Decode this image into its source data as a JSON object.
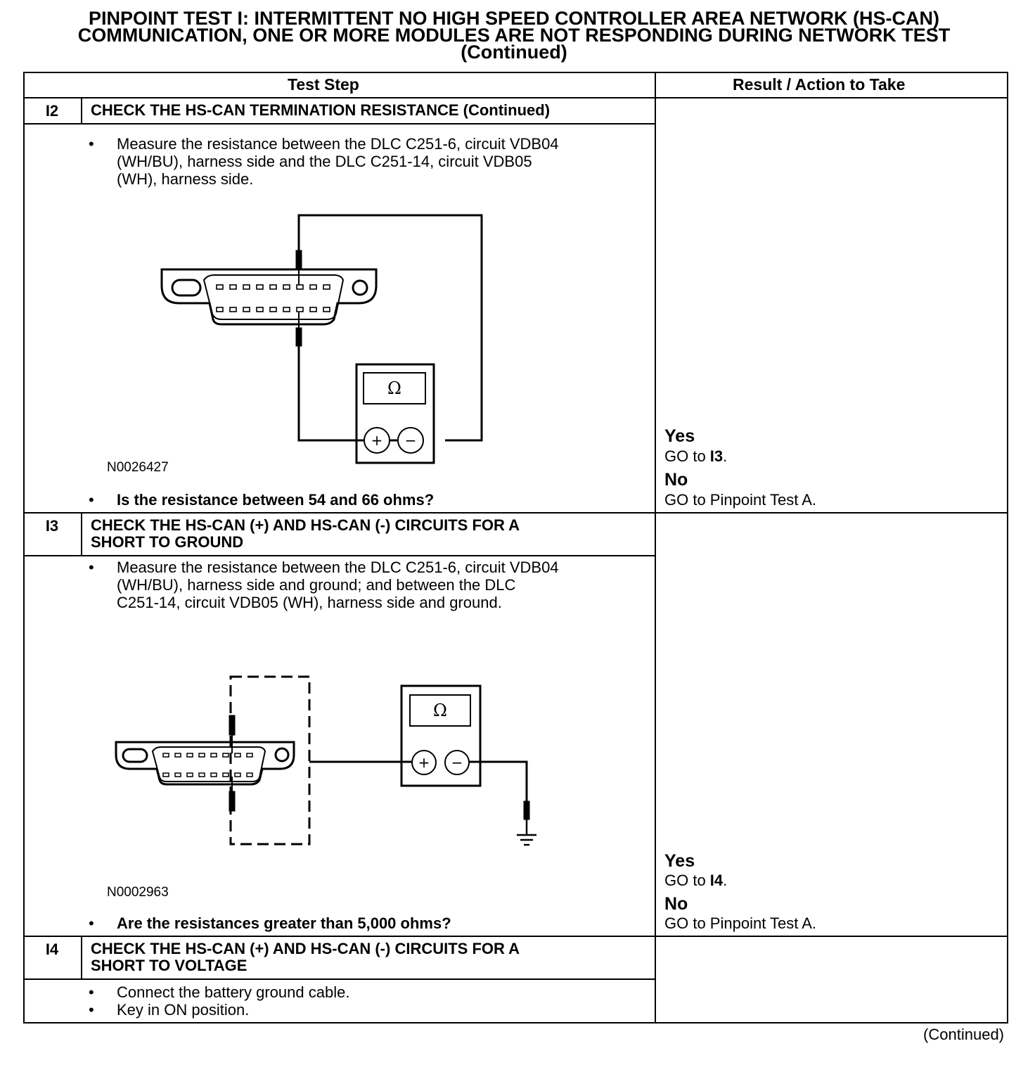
{
  "title": {
    "line1": "PINPOINT TEST  I: INTERMITTENT NO HIGH SPEED CONTROLLER AREA NETWORK (HS-CAN)",
    "line2": "COMMUNICATION, ONE OR MORE MODULES ARE NOT RESPONDING DURING NETWORK TEST",
    "line3": "(Continued)"
  },
  "table": {
    "header_step": "Test Step",
    "header_result": "Result / Action to Take"
  },
  "steps": [
    {
      "id": "I2",
      "title_line1": "CHECK THE HS-CAN TERMINATION RESISTANCE (Continued)",
      "title_line2": "",
      "instruction": "Measure the resistance between the DLC C251-6, circuit VDB04\n(WH/BU), harness side and the DLC C251-14, circuit VDB05\n(WH), harness side.",
      "figure_id": "N0026427",
      "meter_symbol": "Ω",
      "question": "Is the resistance between 54 and 66 ohms?",
      "yes_label": "Yes",
      "yes_action_prefix": "GO to ",
      "yes_action_target": "I3",
      "yes_action_suffix": ".",
      "no_label": "No",
      "no_action": "GO to Pinpoint Test A."
    },
    {
      "id": "I3",
      "title_line1": "CHECK THE HS-CAN (+) AND HS-CAN (-) CIRCUITS FOR A",
      "title_line2": "SHORT TO GROUND",
      "instruction": "Measure the resistance between the DLC C251-6, circuit VDB04\n(WH/BU), harness side and ground; and between the DLC\nC251-14, circuit VDB05 (WH), harness side and ground.",
      "figure_id": "N0002963",
      "meter_symbol": "Ω",
      "question": "Are the resistances greater than 5,000 ohms?",
      "yes_label": "Yes",
      "yes_action_prefix": "GO to ",
      "yes_action_target": "I4",
      "yes_action_suffix": ".",
      "no_label": "No",
      "no_action": "GO to Pinpoint Test A."
    },
    {
      "id": "I4",
      "title_line1": "CHECK THE HS-CAN (+) AND HS-CAN (-) CIRCUITS FOR A",
      "title_line2": "SHORT TO VOLTAGE",
      "instruction_1": "Connect the battery ground cable.",
      "instruction_2": "Key in ON position."
    }
  ],
  "bullet_glyph": "•",
  "plus_glyph": "+",
  "minus_glyph": "−",
  "continued": "(Continued)"
}
